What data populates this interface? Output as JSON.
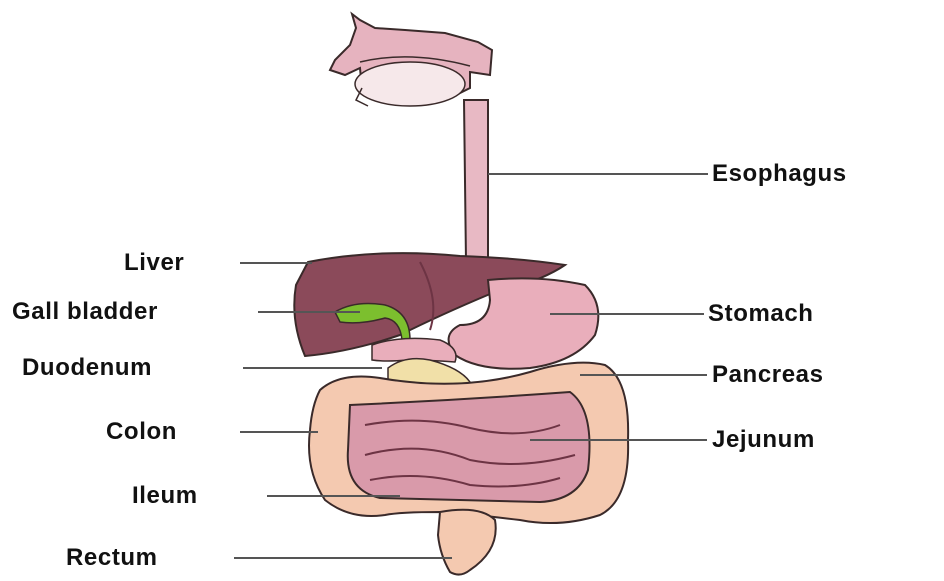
{
  "labels": {
    "esophagus": "Esophagus",
    "liver": "Liver",
    "gall_bladder": "Gall bladder",
    "stomach": "Stomach",
    "duodenum": "Duodenum",
    "pancreas": "Pancreas",
    "colon": "Colon",
    "jejunum": "Jejunum",
    "ileum": "Ileum",
    "rectum": "Rectum"
  },
  "colors": {
    "mouth": "#e6b3bf",
    "esophagus": "#e8b9c4",
    "liver": "#8b4a5a",
    "liver_dark": "#6d3444",
    "gall_bladder": "#7cbf2e",
    "stomach": "#e9aebb",
    "pancreas": "#f1e0a8",
    "colon": "#f4c9b0",
    "small_intestine": "#d99aaa",
    "leader_line": "#555555",
    "outline": "#3a2a2a"
  }
}
